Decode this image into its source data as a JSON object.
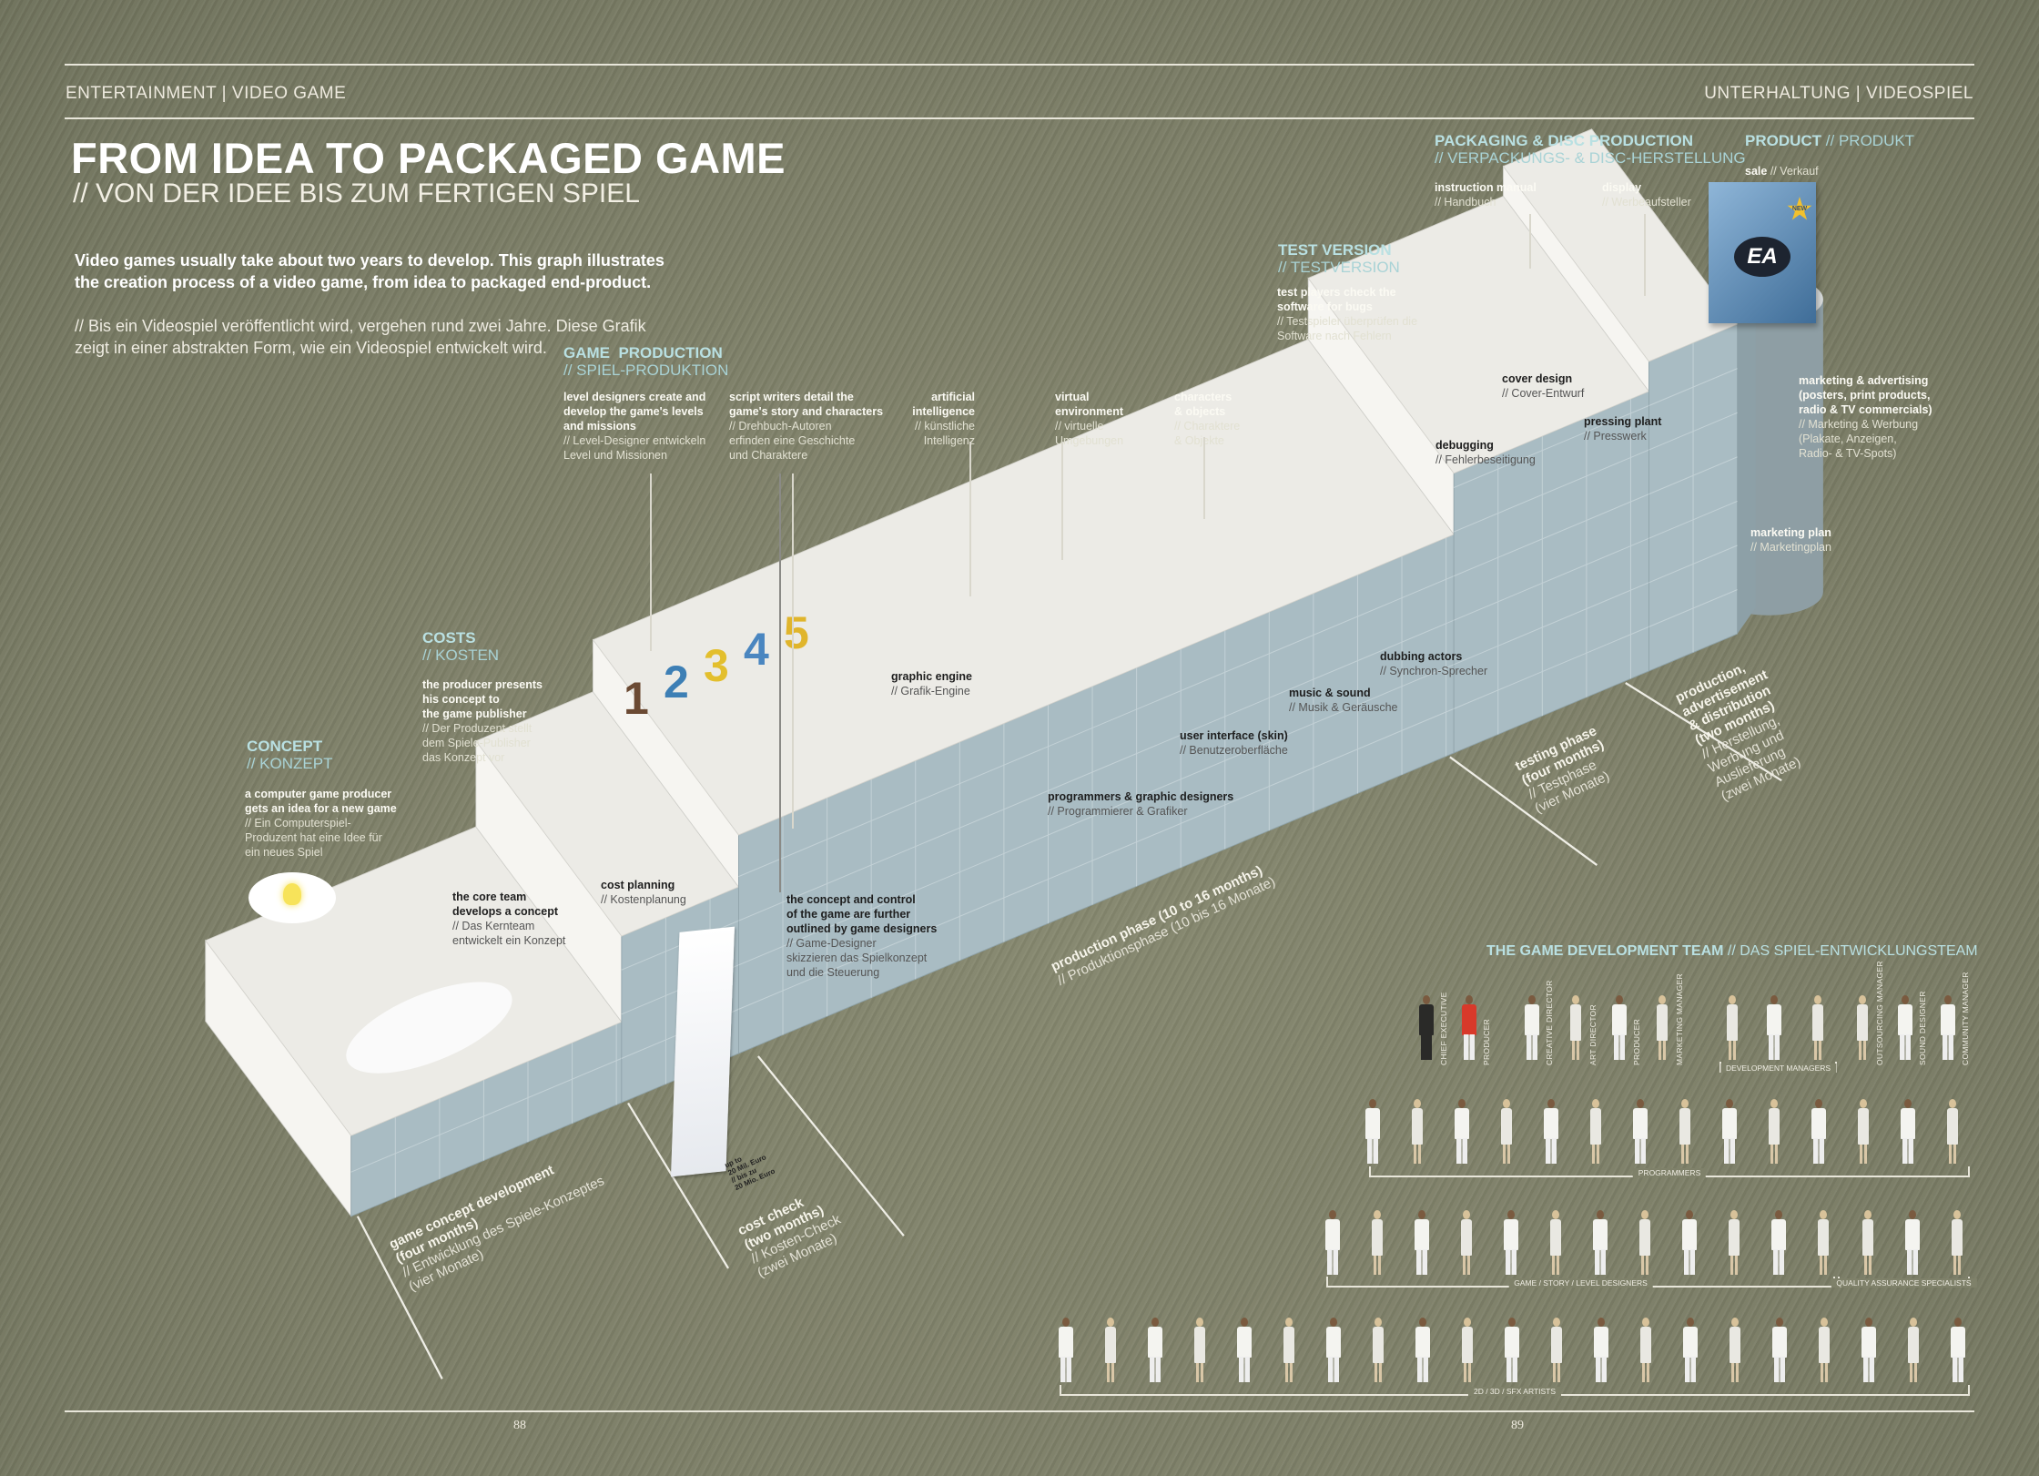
{
  "header": {
    "left": "ENTERTAINMENT | VIDEO GAME",
    "right": "UNTERHALTUNG | VIDEOSPIEL"
  },
  "title": "FROM IDEA TO PACKAGED GAME",
  "subtitle": "// VON DER IDEE BIS ZUM FERTIGEN SPIEL",
  "intro": {
    "en": "Video games usually take about two years to develop. This graph illustrates\nthe creation process of a video game, from idea to packaged end-product.",
    "de": "// Bis ein Videospiel veröffentlicht wird, vergehen rund zwei Jahre. Diese Grafik\nzeigt in einer abstrakten Form, wie ein Videospiel entwickelt wird."
  },
  "sections": {
    "concept": {
      "en": "CONCEPT",
      "de": "// KONZEPT"
    },
    "costs": {
      "en": "COSTS",
      "de": "// KOSTEN"
    },
    "production": {
      "en": "GAME  PRODUCTION",
      "de": "// SPIEL-PRODUKTION"
    },
    "test": {
      "en": "TEST VERSION",
      "de": "// TESTVERSION"
    },
    "packaging": {
      "en": "PACKAGING & DISC PRODUCTION",
      "de": "// VERPACKUNGS- & DISC-HERSTELLUNG"
    },
    "product": {
      "en": "PRODUCT ",
      "de": "// PRODUKT"
    }
  },
  "callouts": {
    "concept_idea": {
      "en": "a computer game producer\ngets an idea for a new game",
      "de": "// Ein Computerspiel-\nProduzent hat eine Idee für\nein neues Spiel"
    },
    "producer_presents": {
      "en": "the producer presents\nhis concept to\nthe game publisher",
      "de": "// Der Produzent stellt\ndem Spiele-Publisher\ndas Konzept vor"
    },
    "core_team": {
      "en": "the core team\ndevelops a concept",
      "de": "// Das Kernteam\nentwickelt ein Konzept"
    },
    "cost_planning": {
      "en": "cost planning",
      "de": "// Kostenplanung"
    },
    "level_designers": {
      "en": "level designers create and\ndevelop the game's levels\nand missions",
      "de": "// Level-Designer entwickeln\nLevel und Missionen"
    },
    "script_writers": {
      "en": "script writers detail the\ngame's story and characters",
      "de": "// Drehbuch-Autoren\nerfinden eine Geschichte\nund Charaktere"
    },
    "ai": {
      "en": "artificial\nintelligence",
      "de": "// künstliche\nIntelligenz"
    },
    "virtual_env": {
      "en": "virtual\nenvironment",
      "de": "// virtuelle\nUmgebungen"
    },
    "characters": {
      "en": "characters\n& objects",
      "de": "// Charaktere\n& Objekte"
    },
    "graphic_engine": {
      "en": "graphic engine",
      "de": "// Grafik-Engine"
    },
    "programmers": {
      "en": "programmers & graphic designers",
      "de": "// Programmierer & Grafiker"
    },
    "ui": {
      "en": "user interface (skin)",
      "de": "// Benutzeroberfläche"
    },
    "music": {
      "en": "music & sound",
      "de": "// Musik & Geräusche"
    },
    "dubbing": {
      "en": "dubbing actors",
      "de": "// Synchron-Sprecher"
    },
    "concept_control": {
      "en": "the concept and control\nof the game are further\noutlined by game designers",
      "de": "// Game-Designer\nskizzieren das Spielkonzept\nund die Steuerung"
    },
    "test_players": {
      "en": "test players check the\nsoftware for bugs",
      "de": "// Testspieler überprüfen die\nSoftware nach Fehlern"
    },
    "debugging": {
      "en": "debugging",
      "de": "// Fehlerbeseitigung"
    },
    "cover_design": {
      "en": "cover design",
      "de": "// Cover-Entwurf"
    },
    "pressing_plant": {
      "en": "pressing plant",
      "de": "// Presswerk"
    },
    "instruction_manual": {
      "en": "instruction manual",
      "de": "// Handbuch"
    },
    "display": {
      "en": "display",
      "de": "// Werbeaufsteller"
    },
    "sale": {
      "en": "sale ",
      "de": "// Verkauf"
    },
    "marketing_adv": {
      "en": "marketing & advertising\n(posters, print products,\nradio & TV commercials)",
      "de": "// Marketing & Werbung\n(Plakate, Anzeigen,\nRadio- & TV-Spots)"
    },
    "marketing_plan": {
      "en": "marketing plan",
      "de": "// Marketingplan"
    }
  },
  "phases": {
    "concept_dev": {
      "en": "game concept development\n(four months)",
      "de": "// Entwicklung des Spiele-Konzeptes\n(vier Monate)"
    },
    "cost_check": {
      "en": "cost check\n(two months)",
      "de": "// Kosten-Check\n(zwei Monate)"
    },
    "production": {
      "en": "production phase (10 to 16 months)",
      "de": "// Produktionsphase (10 bis 16 Monate)"
    },
    "testing": {
      "en": "testing phase\n(four months)",
      "de": "// Testphase\n(vier Monate)"
    },
    "distribution": {
      "en": "production,\nadvertisement\n& distribution\n(two months)",
      "de": "// Herstellung,\nWerbung und\nAuslieferung\n(zwei Monate)"
    }
  },
  "props": {
    "receipt": "up to\n20 Mil. Euro\n// bis zu\n20 Mio. Euro",
    "box_logo": "EA",
    "box_badge": "NEW",
    "level_numbers": [
      "1",
      "2",
      "3",
      "4",
      "5"
    ]
  },
  "team": {
    "title": "THE GAME DEVELOPMENT TEAM",
    "title_de": " // DAS SPIEL-ENTWICKLUNGSTEAM",
    "leads": [
      "CHIEF EXECUTIVE",
      "PRODUCER",
      "CREATIVE DIRECTOR",
      "ART DIRECTOR",
      "PRODUCER",
      "MARKETING MANAGER",
      "",
      "",
      "",
      "OUTSOURCING MANAGER",
      "SOUND DESIGNER",
      "COMMUNITY MANAGER"
    ],
    "groups": {
      "dev_managers": {
        "label": "DEVELOPMENT MANAGERS",
        "count": 3
      },
      "programmers": {
        "label": "PROGRAMMERS",
        "count": 14
      },
      "designers": {
        "label": "GAME / STORY / LEVEL DESIGNERS",
        "count": 12
      },
      "qa": {
        "label": "QUALITY ASSURANCE SPECIALISTS",
        "count": 3
      },
      "artists": {
        "label": "2D / 3D / SFX ARTISTS",
        "count": 21
      }
    }
  },
  "pages": {
    "left": "88",
    "right": "89"
  },
  "colors": {
    "background": "#7d7f68",
    "accent": "#b9e0e2",
    "platform_top": "#ecebe6",
    "platform_front": "#a9bcc3"
  }
}
